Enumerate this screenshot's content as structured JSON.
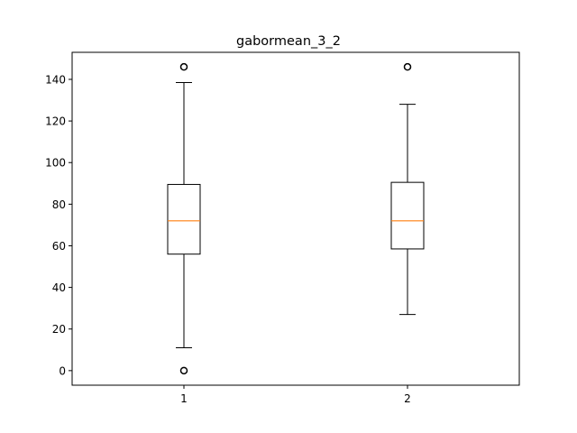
{
  "chart_data": {
    "type": "boxplot",
    "title": "gabormean_3_2",
    "xlabel": "",
    "ylabel": "",
    "categories": [
      "1",
      "2"
    ],
    "ylim": [
      -7,
      153
    ],
    "y_ticks": [
      0,
      20,
      40,
      60,
      80,
      100,
      120,
      140
    ],
    "grid": false,
    "boxes": [
      {
        "category": "1",
        "whisker_low": 11,
        "q1": 56,
        "median": 72,
        "q3": 89.5,
        "whisker_high": 138.5,
        "outliers": [
          0,
          146
        ]
      },
      {
        "category": "2",
        "whisker_low": 27,
        "q1": 58.5,
        "median": 72,
        "q3": 90.5,
        "whisker_high": 128,
        "outliers": [
          146
        ]
      }
    ],
    "colors": {
      "box": "#000000",
      "median": "#ff7f0e",
      "outlier": "#000000"
    }
  }
}
